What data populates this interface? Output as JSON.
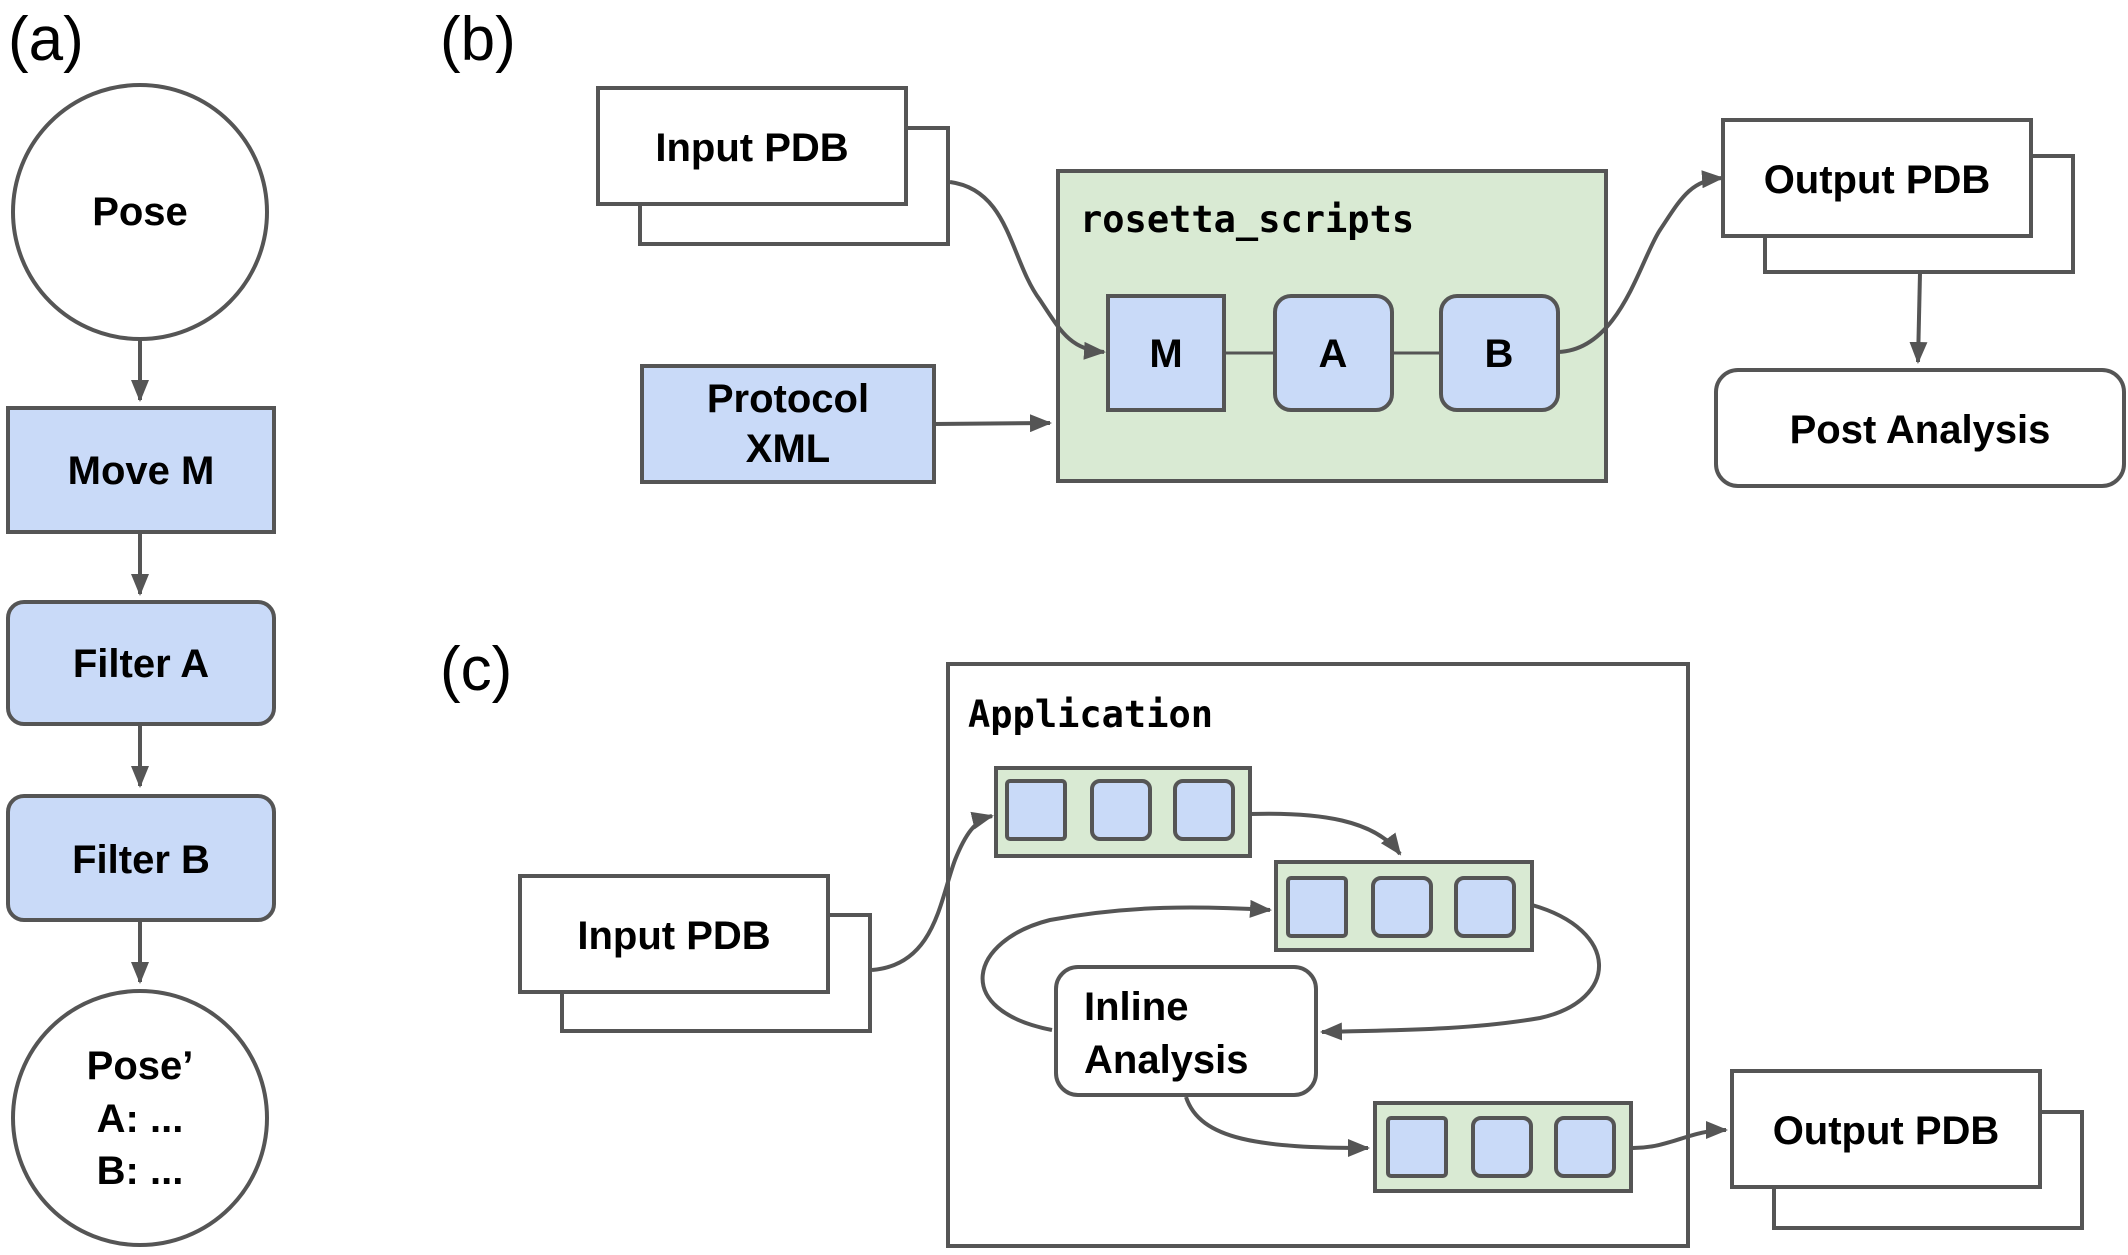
{
  "panels": {
    "a": {
      "label": "(a)",
      "pose": "Pose",
      "move": "Move M",
      "filter_a": "Filter A",
      "filter_b": "Filter B",
      "pose_out": {
        "line1": "Pose’",
        "line2": "A: ...",
        "line3": "B: ..."
      }
    },
    "b": {
      "label": "(b)",
      "input_pdb": "Input PDB",
      "protocol": {
        "line1": "Protocol",
        "line2": "XML"
      },
      "app_name": "rosetta_scripts",
      "mover_m": "M",
      "filter_a": "A",
      "filter_b": "B",
      "output_pdb": "Output PDB",
      "post_analysis": "Post Analysis"
    },
    "c": {
      "label": "(c)",
      "app_name": "Application",
      "input_pdb": "Input PDB",
      "inline": {
        "line1": "Inline",
        "line2": "Analysis"
      },
      "output_pdb": "Output PDB"
    }
  },
  "colors": {
    "blue_fill": "#c9daf8",
    "green_fill": "#d9ead3",
    "stroke": "#555555"
  }
}
